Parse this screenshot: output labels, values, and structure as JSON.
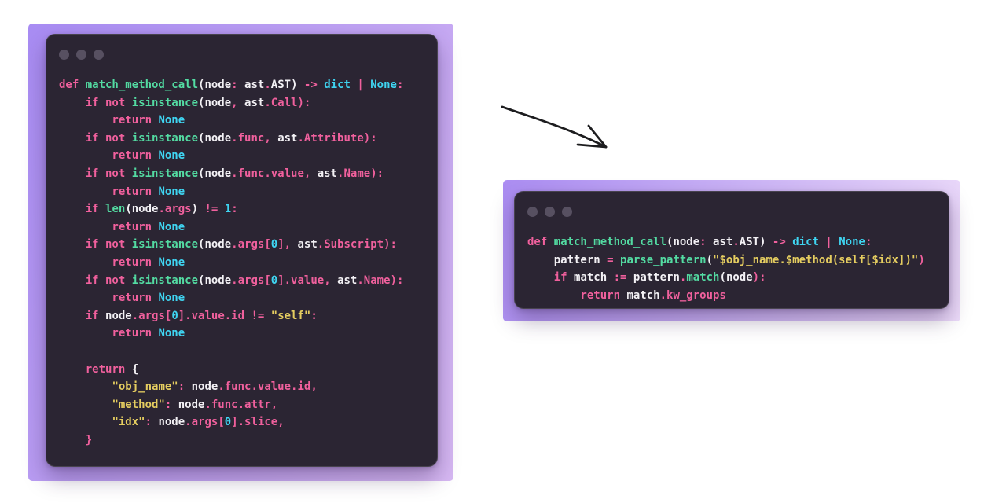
{
  "palette": {
    "page_bg": "#ffffff",
    "panel_left_from": "#a88cf3",
    "panel_left_to": "#d7b9f3",
    "panel_right_from": "#ab8df2",
    "panel_right_to": "#eddcfa",
    "card_bg": "#2b2533",
    "dot": "#575061",
    "keyword": "#f0609d",
    "function": "#53dba2",
    "constant": "#3fd5f2",
    "string": "#e5cd60",
    "plain": "#f3f1f5",
    "arrow": "#1d1d1f"
  },
  "left_panel": {
    "card": {
      "dots": 3,
      "lines": [
        [
          [
            "k",
            "def "
          ],
          [
            "f",
            "match_method_call"
          ],
          [
            "w",
            "("
          ],
          [
            "w",
            "node"
          ],
          [
            "k",
            ":"
          ],
          [
            "w",
            " ast"
          ],
          [
            "k",
            "."
          ],
          [
            "w",
            "AST"
          ],
          [
            "w",
            ")"
          ],
          [
            "k",
            " -> "
          ],
          [
            "c",
            "dict"
          ],
          [
            "k",
            " | "
          ],
          [
            "c",
            "None"
          ],
          [
            "k",
            ":"
          ]
        ],
        [
          [
            "k",
            "    if not "
          ],
          [
            "f",
            "isinstance"
          ],
          [
            "w",
            "("
          ],
          [
            "w",
            "node"
          ],
          [
            "k",
            ", "
          ],
          [
            "w",
            "ast"
          ],
          [
            "k",
            ".Call"
          ],
          [
            "k",
            "):"
          ]
        ],
        [
          [
            "k",
            "        return "
          ],
          [
            "c",
            "None"
          ]
        ],
        [
          [
            "k",
            "    if not "
          ],
          [
            "f",
            "isinstance"
          ],
          [
            "w",
            "("
          ],
          [
            "w",
            "node"
          ],
          [
            "k",
            ".func"
          ],
          [
            "k",
            ", "
          ],
          [
            "w",
            "ast"
          ],
          [
            "k",
            ".Attribute"
          ],
          [
            "k",
            "):"
          ]
        ],
        [
          [
            "k",
            "        return "
          ],
          [
            "c",
            "None"
          ]
        ],
        [
          [
            "k",
            "    if not "
          ],
          [
            "f",
            "isinstance"
          ],
          [
            "w",
            "("
          ],
          [
            "w",
            "node"
          ],
          [
            "k",
            ".func.value"
          ],
          [
            "k",
            ", "
          ],
          [
            "w",
            "ast"
          ],
          [
            "k",
            ".Name"
          ],
          [
            "k",
            "):"
          ]
        ],
        [
          [
            "k",
            "        return "
          ],
          [
            "c",
            "None"
          ]
        ],
        [
          [
            "k",
            "    if "
          ],
          [
            "f",
            "len"
          ],
          [
            "w",
            "("
          ],
          [
            "w",
            "node"
          ],
          [
            "k",
            ".args"
          ],
          [
            "w",
            ")"
          ],
          [
            "k",
            " != "
          ],
          [
            "c",
            "1"
          ],
          [
            "k",
            ":"
          ]
        ],
        [
          [
            "k",
            "        return "
          ],
          [
            "c",
            "None"
          ]
        ],
        [
          [
            "k",
            "    if not "
          ],
          [
            "f",
            "isinstance"
          ],
          [
            "w",
            "("
          ],
          [
            "w",
            "node"
          ],
          [
            "k",
            ".args["
          ],
          [
            "c",
            "0"
          ],
          [
            "k",
            "]"
          ],
          [
            "k",
            ", "
          ],
          [
            "w",
            "ast"
          ],
          [
            "k",
            ".Subscript"
          ],
          [
            "k",
            "):"
          ]
        ],
        [
          [
            "k",
            "        return "
          ],
          [
            "c",
            "None"
          ]
        ],
        [
          [
            "k",
            "    if not "
          ],
          [
            "f",
            "isinstance"
          ],
          [
            "w",
            "("
          ],
          [
            "w",
            "node"
          ],
          [
            "k",
            ".args["
          ],
          [
            "c",
            "0"
          ],
          [
            "k",
            "].value"
          ],
          [
            "k",
            ", "
          ],
          [
            "w",
            "ast"
          ],
          [
            "k",
            ".Name"
          ],
          [
            "k",
            "):"
          ]
        ],
        [
          [
            "k",
            "        return "
          ],
          [
            "c",
            "None"
          ]
        ],
        [
          [
            "k",
            "    if "
          ],
          [
            "w",
            "node"
          ],
          [
            "k",
            ".args["
          ],
          [
            "c",
            "0"
          ],
          [
            "k",
            "].value.id"
          ],
          [
            "k",
            " != "
          ],
          [
            "s",
            "\"self\""
          ],
          [
            "k",
            ":"
          ]
        ],
        [
          [
            "k",
            "        return "
          ],
          [
            "c",
            "None"
          ]
        ],
        [],
        [
          [
            "k",
            "    return "
          ],
          [
            "w",
            "{"
          ]
        ],
        [
          [
            "w",
            "        "
          ],
          [
            "s",
            "\"obj_name\""
          ],
          [
            "k",
            ": "
          ],
          [
            "w",
            "node"
          ],
          [
            "k",
            ".func.value.id"
          ],
          [
            "k",
            ","
          ]
        ],
        [
          [
            "w",
            "        "
          ],
          [
            "s",
            "\"method\""
          ],
          [
            "k",
            ": "
          ],
          [
            "w",
            "node"
          ],
          [
            "k",
            ".func.attr"
          ],
          [
            "k",
            ","
          ]
        ],
        [
          [
            "w",
            "        "
          ],
          [
            "s",
            "\"idx\""
          ],
          [
            "k",
            ": "
          ],
          [
            "w",
            "node"
          ],
          [
            "k",
            ".args["
          ],
          [
            "c",
            "0"
          ],
          [
            "k",
            "].slice"
          ],
          [
            "k",
            ","
          ]
        ],
        [
          [
            "k",
            "    }"
          ]
        ]
      ]
    }
  },
  "right_panel": {
    "card": {
      "dots": 3,
      "lines": [
        [
          [
            "k",
            "def "
          ],
          [
            "f",
            "match_method_call"
          ],
          [
            "w",
            "("
          ],
          [
            "w",
            "node"
          ],
          [
            "k",
            ":"
          ],
          [
            "w",
            " ast"
          ],
          [
            "k",
            "."
          ],
          [
            "w",
            "AST"
          ],
          [
            "w",
            ")"
          ],
          [
            "k",
            " -> "
          ],
          [
            "c",
            "dict"
          ],
          [
            "k",
            " | "
          ],
          [
            "c",
            "None"
          ],
          [
            "k",
            ":"
          ]
        ],
        [
          [
            "w",
            "    pattern"
          ],
          [
            "k",
            " = "
          ],
          [
            "f",
            "parse_pattern"
          ],
          [
            "w",
            "("
          ],
          [
            "s",
            "\"$obj_name.$method(self[$idx])\""
          ],
          [
            "k",
            ")"
          ]
        ],
        [
          [
            "k",
            "    if "
          ],
          [
            "w",
            "match"
          ],
          [
            "k",
            " := "
          ],
          [
            "w",
            "pattern"
          ],
          [
            "k",
            "."
          ],
          [
            "f",
            "match"
          ],
          [
            "w",
            "("
          ],
          [
            "w",
            "node"
          ],
          [
            "k",
            "):"
          ]
        ],
        [
          [
            "k",
            "        return "
          ],
          [
            "w",
            "match"
          ],
          [
            "k",
            ".kw_groups"
          ]
        ]
      ]
    }
  }
}
